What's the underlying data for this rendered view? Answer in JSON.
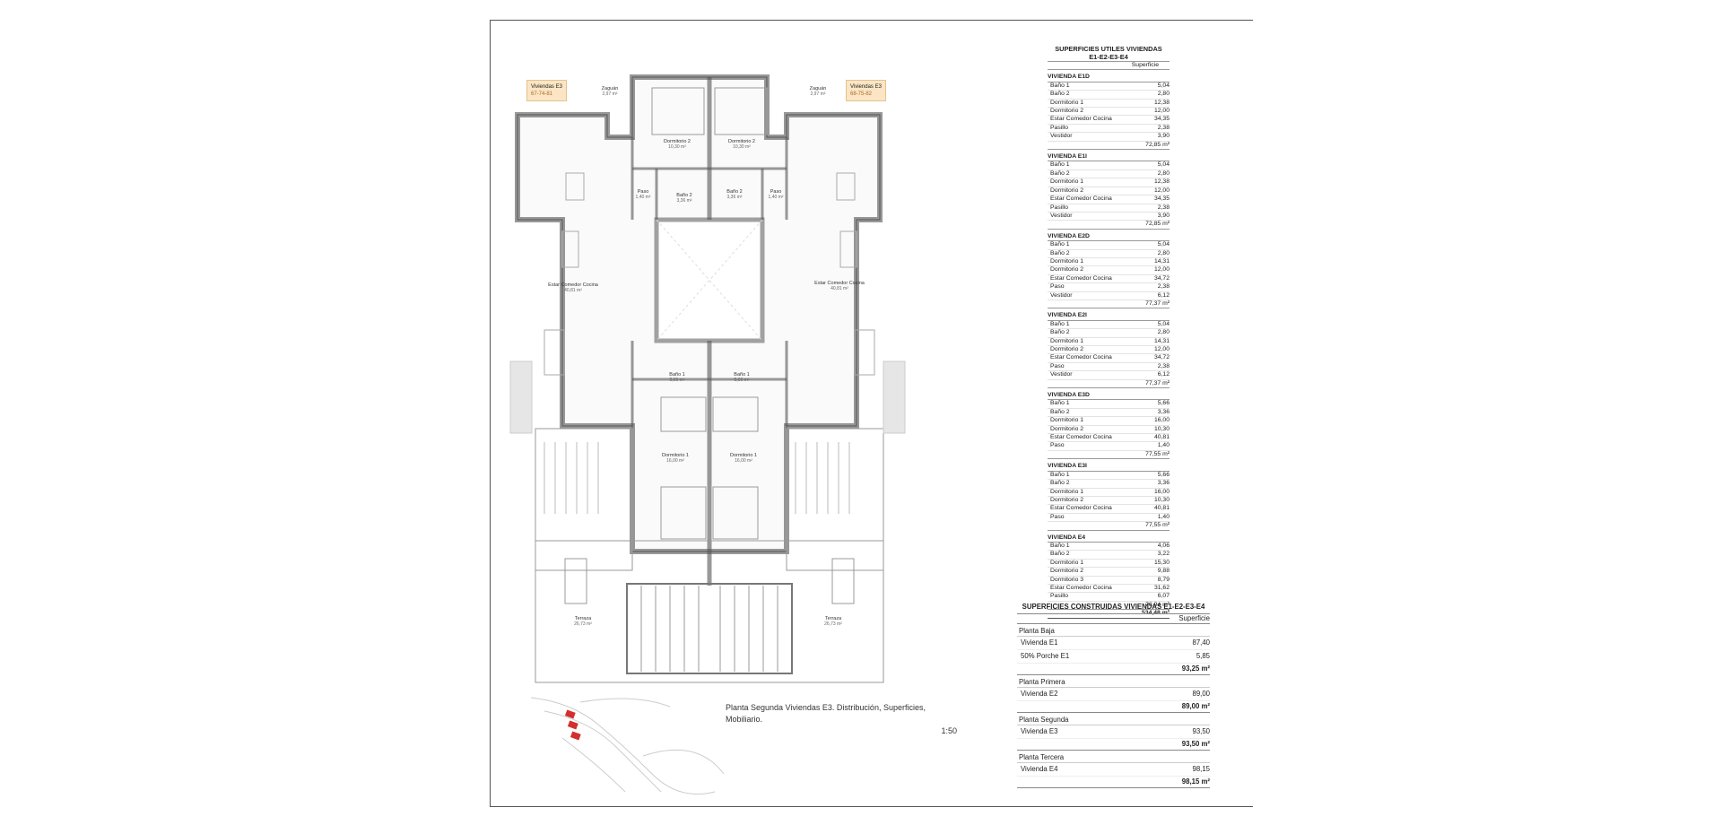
{
  "plan": {
    "tags": [
      {
        "title": "Viviendas E3",
        "numbers": "67-74-81"
      },
      {
        "title": "Viviendas E3",
        "numbers": "68-75-82"
      }
    ],
    "rooms": [
      {
        "name": "Zaguán",
        "area": "2,97 m²"
      },
      {
        "name": "Zaguán",
        "area": "2,97 m²"
      },
      {
        "name": "Dormitorio 2",
        "area": "10,30 m²"
      },
      {
        "name": "Dormitorio 2",
        "area": "10,30 m²"
      },
      {
        "name": "Paso",
        "area": "1,40 m²"
      },
      {
        "name": "Baño 2",
        "area": "3,36 m²"
      },
      {
        "name": "Baño 2",
        "area": "3,36 m²"
      },
      {
        "name": "Paso",
        "area": "1,40 m²"
      },
      {
        "name": "Estar Comedor Cocina",
        "area": "40,81 m²"
      },
      {
        "name": "Estar Comedor Cocina",
        "area": "40,81 m²"
      },
      {
        "name": "Baño 1",
        "area": "5,66 m²"
      },
      {
        "name": "Baño 1",
        "area": "5,66 m²"
      },
      {
        "name": "Dormitorio 1",
        "area": "16,00 m²"
      },
      {
        "name": "Dormitorio 1",
        "area": "16,00 m²"
      },
      {
        "name": "Terraza",
        "area": "26,73 m²"
      },
      {
        "name": "Terraza",
        "area": "26,73 m²"
      }
    ],
    "caption": "Planta Segunda Viviendas E3. Distribución, Superficies, Mobiliario.",
    "scale": "1:50"
  },
  "utiles": {
    "title_line1": "SUPERFICIES UTILES VIVIENDAS",
    "title_line2": "E1-E2-E3-E4",
    "column": "Superficie",
    "groups": [
      {
        "name": "VIVIENDA E1D",
        "rows": [
          [
            "Baño 1",
            "5,04"
          ],
          [
            "Baño 2",
            "2,80"
          ],
          [
            "Dormitorio 1",
            "12,38"
          ],
          [
            "Dormitorio 2",
            "12,00"
          ],
          [
            "Estar Comedor Cocina",
            "34,35"
          ],
          [
            "Pasillo",
            "2,38"
          ],
          [
            "Vestidor",
            "3,90"
          ]
        ],
        "total": "72,85 m²"
      },
      {
        "name": "VIVIENDA E1I",
        "rows": [
          [
            "Baño 1",
            "5,04"
          ],
          [
            "Baño 2",
            "2,80"
          ],
          [
            "Dormitorio 1",
            "12,38"
          ],
          [
            "Dormitorio 2",
            "12,00"
          ],
          [
            "Estar Comedor Cocina",
            "34,35"
          ],
          [
            "Pasillo",
            "2,38"
          ],
          [
            "Vestidor",
            "3,90"
          ]
        ],
        "total": "72,85 m²"
      },
      {
        "name": "VIVIENDA E2D",
        "rows": [
          [
            "Baño 1",
            "5,04"
          ],
          [
            "Baño 2",
            "2,80"
          ],
          [
            "Dormitorio 1",
            "14,31"
          ],
          [
            "Dormitorio 2",
            "12,00"
          ],
          [
            "Estar Comedor Cocina",
            "34,72"
          ],
          [
            "Paso",
            "2,38"
          ],
          [
            "Vestidor",
            "6,12"
          ]
        ],
        "total": "77,37 m²"
      },
      {
        "name": "VIVIENDA E2I",
        "rows": [
          [
            "Baño 1",
            "5,04"
          ],
          [
            "Baño 2",
            "2,80"
          ],
          [
            "Dormitorio 1",
            "14,31"
          ],
          [
            "Dormitorio 2",
            "12,00"
          ],
          [
            "Estar Comedor Cocina",
            "34,72"
          ],
          [
            "Paso",
            "2,38"
          ],
          [
            "Vestidor",
            "6,12"
          ]
        ],
        "total": "77,37 m²"
      },
      {
        "name": "VIVIENDA E3D",
        "rows": [
          [
            "Baño 1",
            "5,66"
          ],
          [
            "Baño 2",
            "3,36"
          ],
          [
            "Dormitorio 1",
            "16,00"
          ],
          [
            "Dormitorio 2",
            "10,30"
          ],
          [
            "Estar Comedor Cocina",
            "40,81"
          ],
          [
            "Paso",
            "1,40"
          ]
        ],
        "total": "77,55 m²"
      },
      {
        "name": "VIVIENDA E3I",
        "rows": [
          [
            "Baño 1",
            "5,66"
          ],
          [
            "Baño 2",
            "3,36"
          ],
          [
            "Dormitorio 1",
            "16,00"
          ],
          [
            "Dormitorio 2",
            "10,30"
          ],
          [
            "Estar Comedor Cocina",
            "40,81"
          ],
          [
            "Paso",
            "1,40"
          ]
        ],
        "total": "77,55 m²"
      },
      {
        "name": "VIVIENDA E4",
        "rows": [
          [
            "Baño 1",
            "4,06"
          ],
          [
            "Baño 2",
            "3,22"
          ],
          [
            "Dormitorio 1",
            "15,30"
          ],
          [
            "Dormitorio 2",
            "9,88"
          ],
          [
            "Dormitorio 3",
            "8,79"
          ],
          [
            "Estar Comedor Cocina",
            "31,62"
          ],
          [
            "Pasillo",
            "6,07"
          ]
        ],
        "total": "78,94 m²"
      }
    ],
    "grand_total": "534,48 m²"
  },
  "construidas": {
    "title": "SUPERFICIES CONSTRUIDAS VIVIENDAS E1-E2-E3-E4",
    "column": "Superficie",
    "sections": [
      {
        "name": "Planta Baja",
        "rows": [
          [
            "Vivienda E1",
            "87,40"
          ],
          [
            "50% Porche E1",
            "5,85"
          ]
        ],
        "total": "93,25 m²"
      },
      {
        "name": "Planta Primera",
        "rows": [
          [
            "Vivienda E2",
            "89,00"
          ]
        ],
        "total": "89,00 m²"
      },
      {
        "name": "Planta Segunda",
        "rows": [
          [
            "Vivienda E3",
            "93,50"
          ]
        ],
        "total": "93,50 m²"
      },
      {
        "name": "Planta Tercera",
        "rows": [
          [
            "Vivienda E4",
            "98,15"
          ]
        ],
        "total": "98,15 m²"
      }
    ]
  },
  "colors": {
    "wall": "#b5b5b5",
    "wall_stroke": "#555555",
    "tag_bg": "#fbe5c4",
    "site_marker": "#d32f2f"
  }
}
